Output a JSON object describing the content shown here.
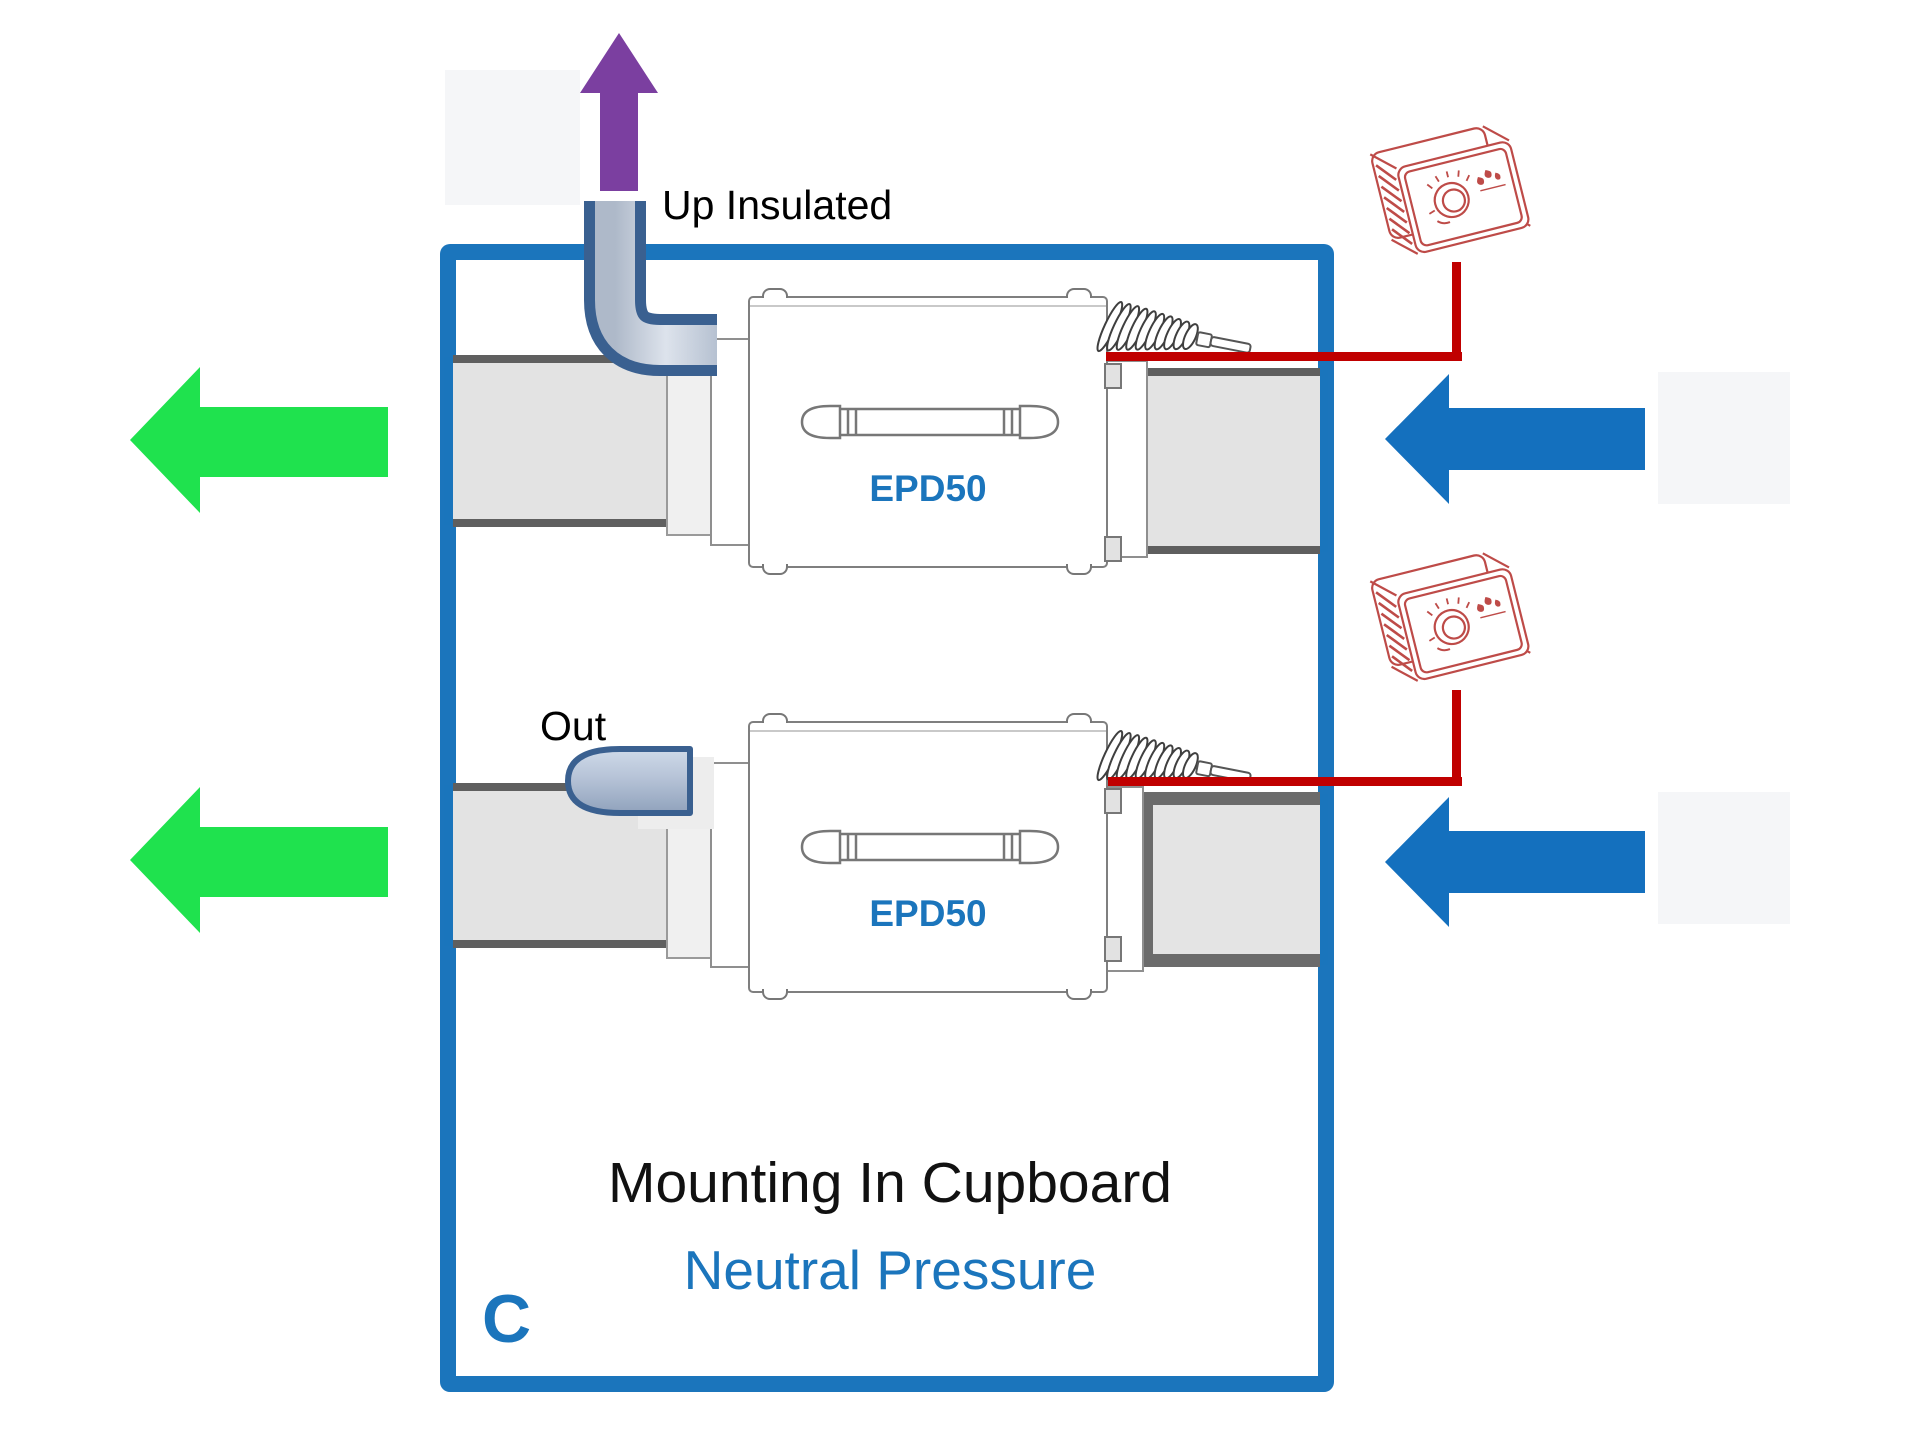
{
  "labels": {
    "up_insulated": "Up Insulated",
    "out": "Out",
    "title": "Mounting In Cupboard",
    "subtitle": "Neutral Pressure",
    "corner_letter": "C"
  },
  "units": [
    {
      "label": "EPD50"
    },
    {
      "label": "EPD50"
    }
  ],
  "icons": {
    "moisture_out": "purple-water-drops-icon",
    "moisture_in_upper": "blue-water-drops-icon",
    "moisture_in_lower": "blue-water-drops-icon",
    "controller_upper": "humidistat-controller-icon",
    "controller_lower": "humidistat-controller-icon"
  },
  "arrows": {
    "exhaust_up": "purple-up-arrow",
    "dry_air_out_upper": "green-left-arrow",
    "dry_air_out_lower": "green-left-arrow",
    "moist_air_in_upper": "blue-left-arrow",
    "moist_air_in_lower": "blue-left-arrow"
  },
  "colors": {
    "cupboard_blue": "#1B75BC",
    "arrow_green": "#1FE24E",
    "arrow_blue": "#1470BE",
    "arrow_purple": "#7B3FA0",
    "drops_purple": "#4B2B7A",
    "drops_navy": "#2B5597",
    "wire_red": "#C00000",
    "controller_red": "#BE4B48",
    "duct_metal_blue": "#3A6090",
    "duct_gray": "#E3E3E3",
    "label_blue": "#1B75BC"
  }
}
